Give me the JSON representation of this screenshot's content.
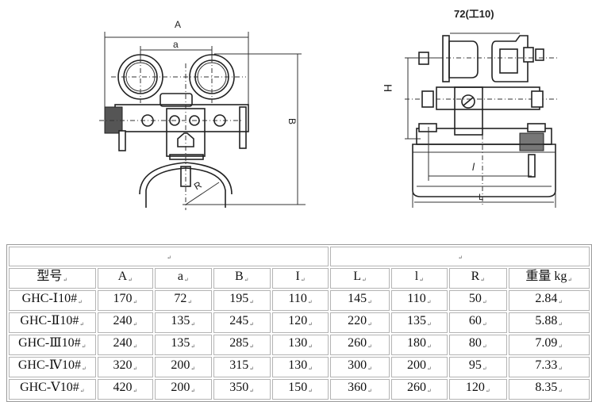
{
  "drawings": {
    "front_view": {
      "labels": {
        "width_outer": "A",
        "width_inner": "a",
        "height": "B",
        "radius": "R"
      }
    },
    "side_view": {
      "labels": {
        "top_dimension": "72(工10)",
        "height": "H",
        "inner_length": "l",
        "outer_length": "L"
      }
    }
  },
  "table": {
    "merged_header": [
      "",
      ""
    ],
    "columns": [
      "型号",
      "A",
      "a",
      "B",
      "I",
      "L",
      "l",
      "R",
      "重量 kg"
    ],
    "rows": [
      [
        "GHC-Ⅰ10#",
        "170",
        "72",
        "195",
        "110",
        "145",
        "110",
        "50",
        "2.84"
      ],
      [
        "GHC-Ⅱ10#",
        "240",
        "135",
        "245",
        "120",
        "220",
        "135",
        "60",
        "5.88"
      ],
      [
        "GHC-Ⅲ10#",
        "240",
        "135",
        "285",
        "130",
        "260",
        "180",
        "80",
        "7.09"
      ],
      [
        "GHC-Ⅳ10#",
        "320",
        "200",
        "315",
        "130",
        "300",
        "200",
        "95",
        "7.33"
      ],
      [
        "GHC-Ⅴ10#",
        "420",
        "200",
        "350",
        "150",
        "360",
        "260",
        "120",
        "8.35"
      ]
    ]
  }
}
